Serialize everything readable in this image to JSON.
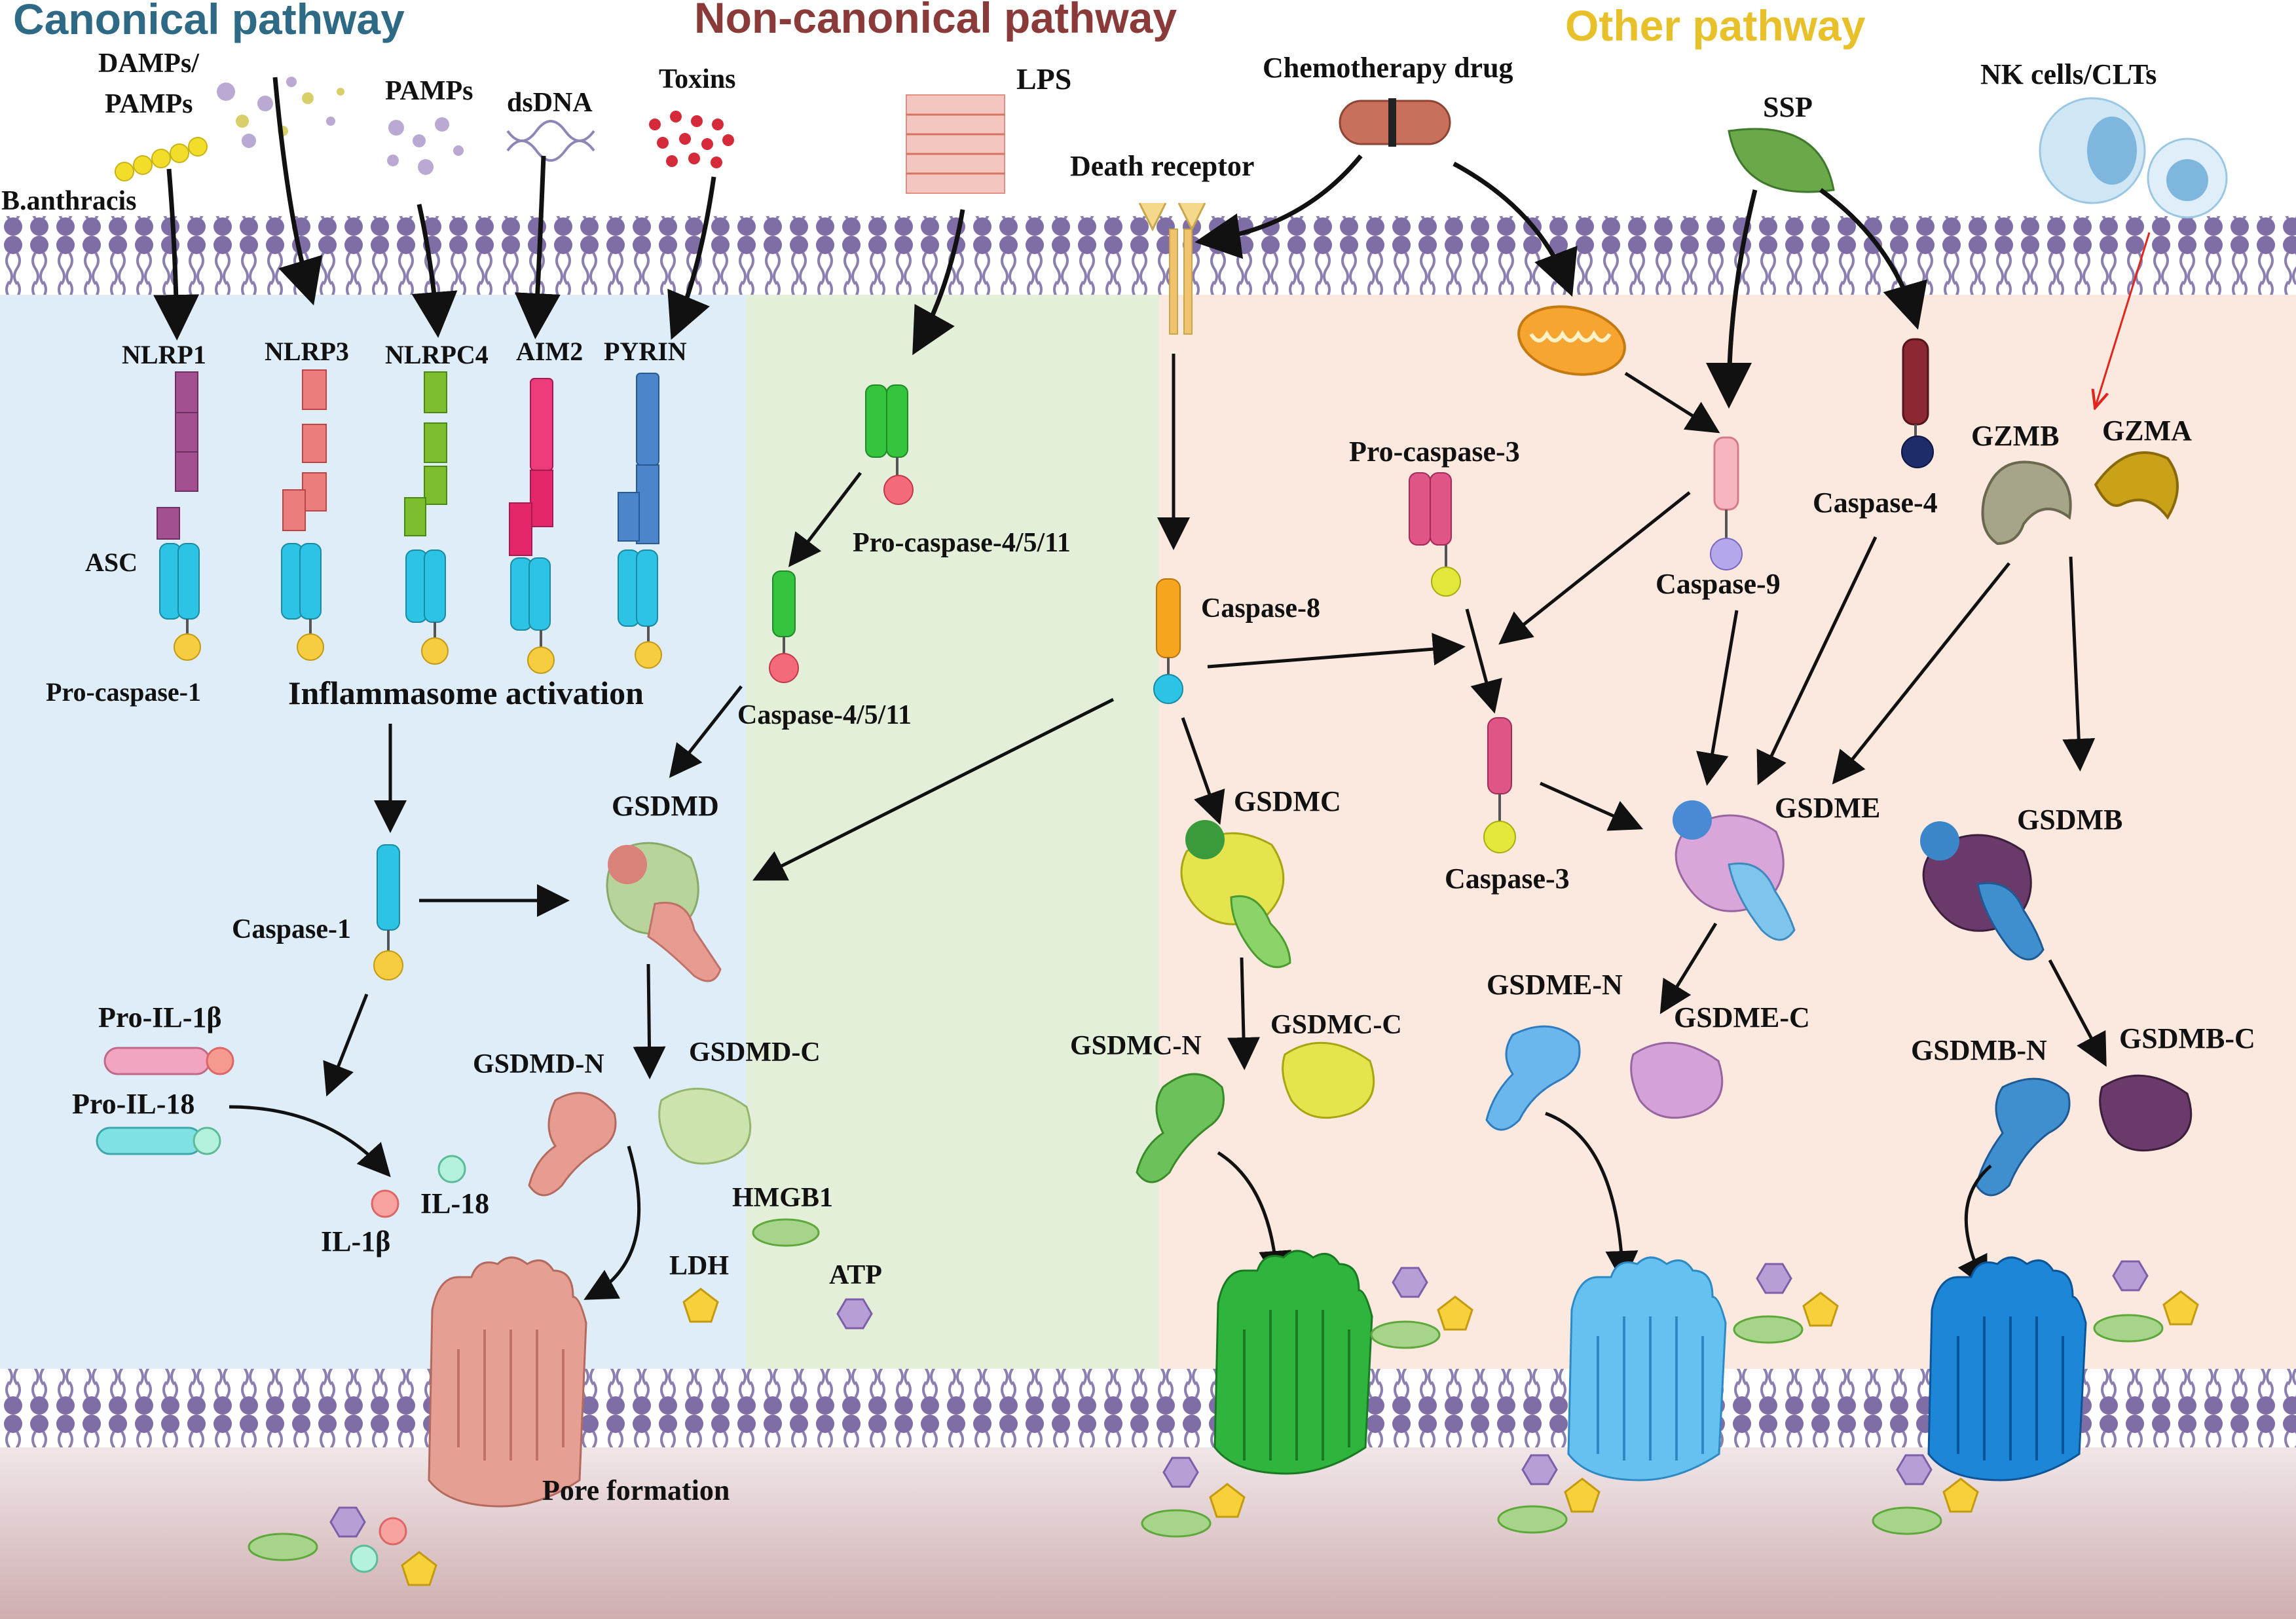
{
  "colors": {
    "canonical_bg": "#deedf8",
    "noncanonical_bg": "#e4efda",
    "other_bg": "#fbe9df",
    "canonical_title": "#2e6a86",
    "noncanonical_title": "#8b3a3a",
    "other_title": "#e8c12a",
    "membrane": "#7f6ea6",
    "extracellular": "#d8c3c3"
  },
  "titles": {
    "canonical": "Canonical pathway",
    "noncanonical": "Non-canonical pathway",
    "other": "Other pathway"
  },
  "stimuli": {
    "damps": "DAMPs/",
    "pamps_line2": "PAMPs",
    "banthracis": "B.anthracis",
    "pamps": "PAMPs",
    "dsdna": "dsDNA",
    "toxins": "Toxins",
    "lps": "LPS",
    "chemo": "Chemotherapy drug",
    "death_receptor": "Death receptor",
    "ssp": "SSP",
    "nk": "NK cells/CLTs"
  },
  "sensors": {
    "nlrp1": "NLRP1",
    "nlrp3": "NLRP3",
    "nlrpc4": "NLRPC4",
    "aim2": "AIM2",
    "pyrin": "PYRIN",
    "asc": "ASC",
    "procasp1": "Pro-caspase-1",
    "inflammasome": "Inflammasome activation"
  },
  "proteins": {
    "procasp4511": "Pro-caspase-4/5/11",
    "casp4511": "Caspase-4/5/11",
    "caspase1": "Caspase-1",
    "gsdmd": "GSDMD",
    "gsdmd_n": "GSDMD-N",
    "gsdmd_c": "GSDMD-C",
    "prol1b": "Pro-IL-1β",
    "proil18": "Pro-IL-18",
    "il18": "IL-18",
    "il1b": "IL-1β",
    "hmgb1": "HMGB1",
    "ldh": "LDH",
    "atp": "ATP",
    "pore": "Pore formation",
    "caspase8": "Caspase-8",
    "gsdmc": "GSDMC",
    "gsdmc_n": "GSDMC-N",
    "gsdmc_c": "GSDMC-C",
    "procasp3": "Pro-caspase-3",
    "caspase3": "Caspase-3",
    "caspase9": "Caspase-9",
    "caspase4": "Caspase-4",
    "gsdme": "GSDME",
    "gsdme_n": "GSDME-N",
    "gsdme_c": "GSDME-C",
    "gzmb": "GZMB",
    "gzma": "GZMA",
    "gsdmb": "GSDMB",
    "gsdmb_n": "GSDMB-N",
    "gsdmb_c": "GSDMB-C"
  }
}
